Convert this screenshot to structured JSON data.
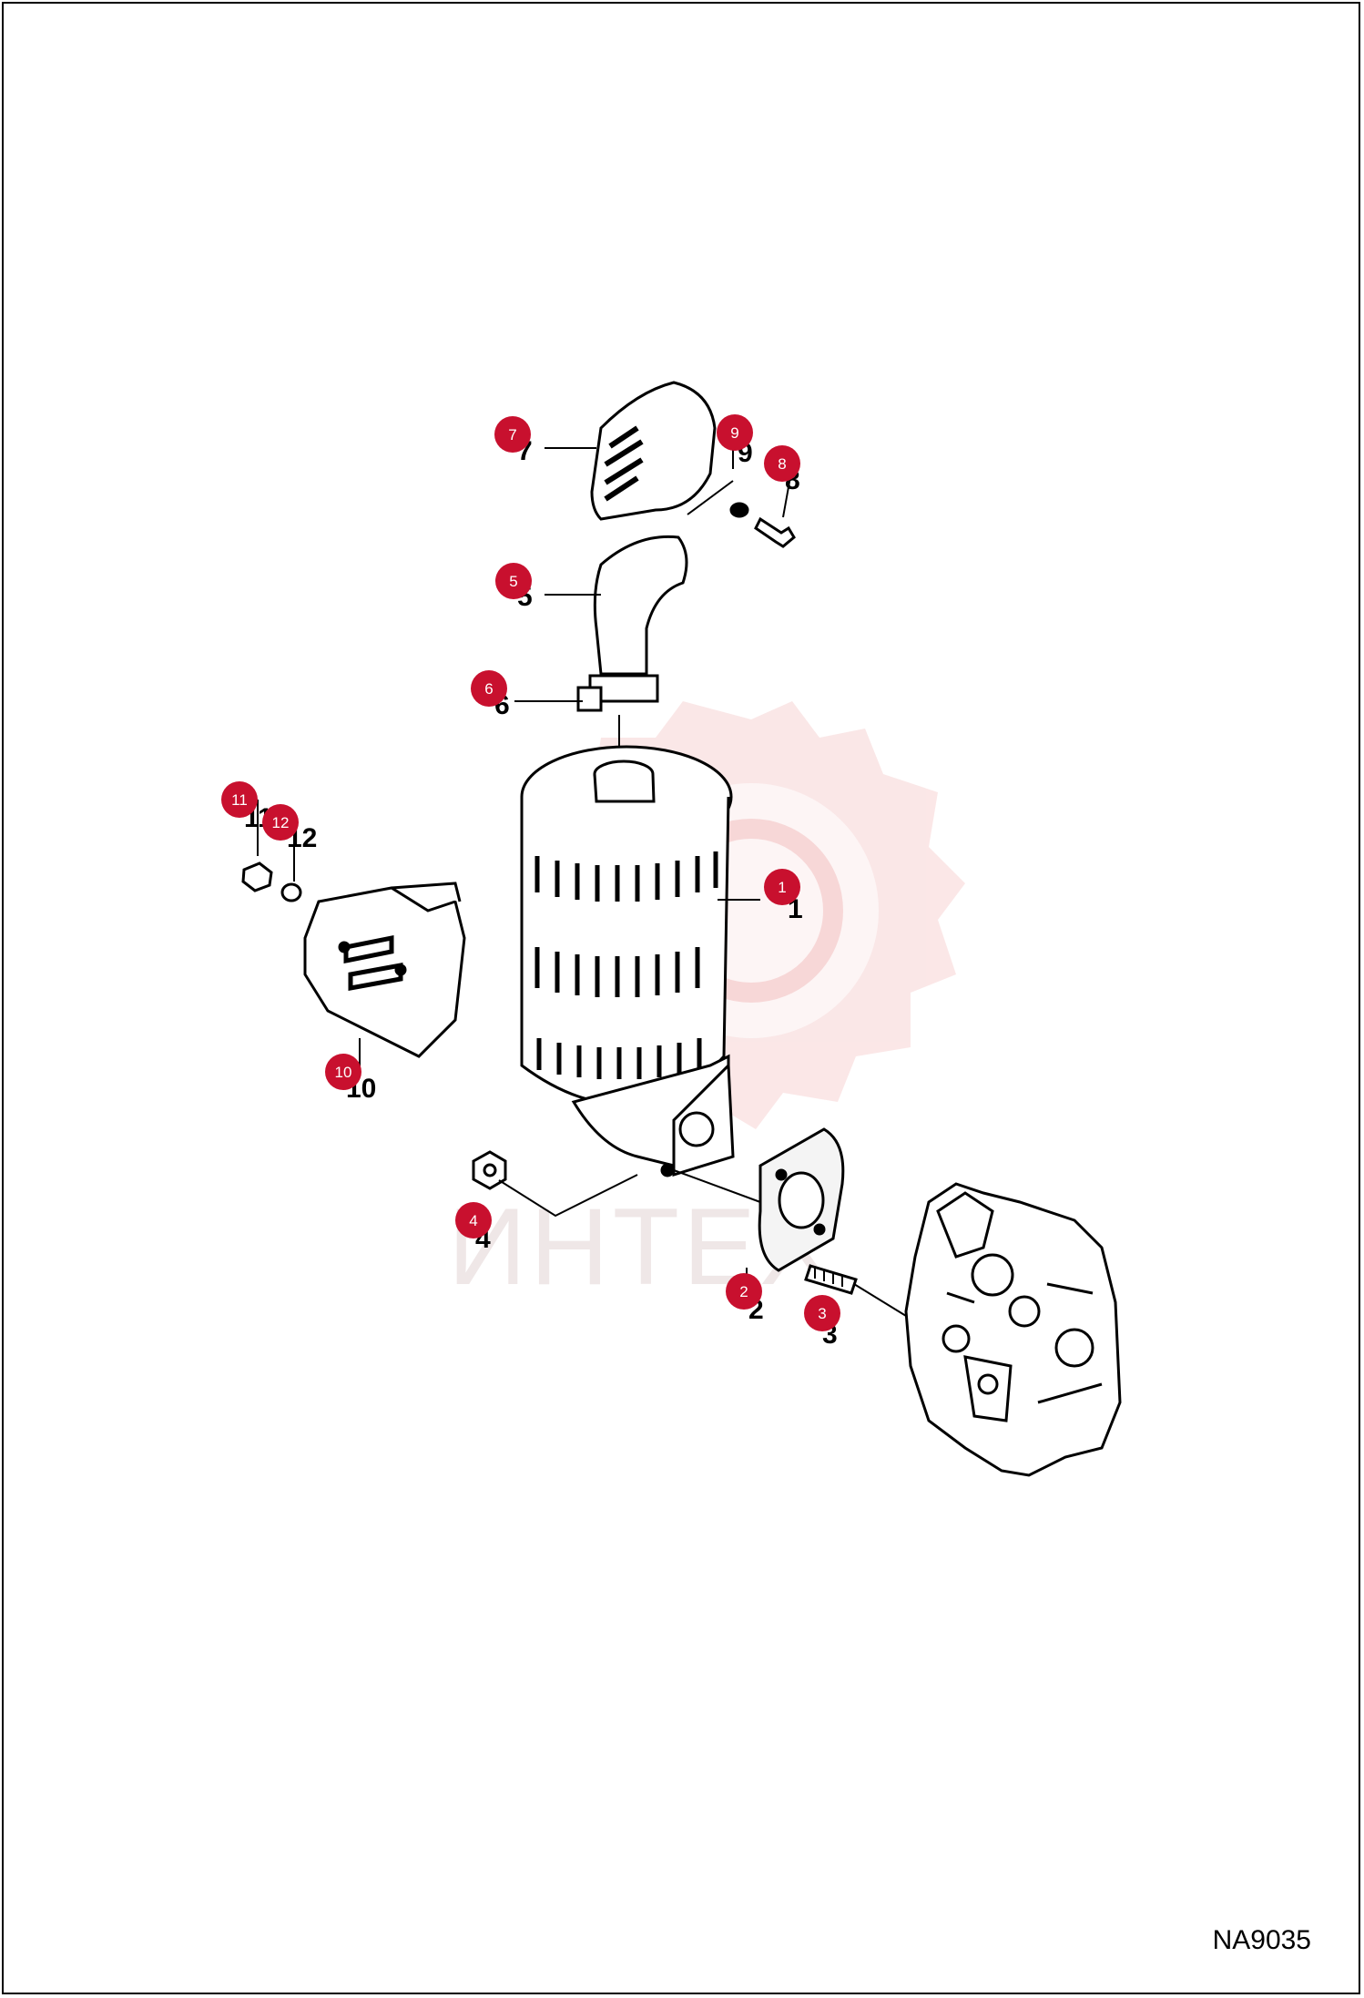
{
  "watermark": {
    "text": "ИНТЕХ",
    "color": "#f3c7c7"
  },
  "drawing_code": "NA9035",
  "callout_color": "#c8102e",
  "callouts": [
    {
      "id": "1",
      "part_label": "1"
    },
    {
      "id": "2",
      "part_label": "2"
    },
    {
      "id": "3",
      "part_label": "3"
    },
    {
      "id": "4",
      "part_label": "4"
    },
    {
      "id": "5",
      "part_label": "5"
    },
    {
      "id": "6",
      "part_label": "6"
    },
    {
      "id": "7",
      "part_label": "7"
    },
    {
      "id": "8",
      "part_label": "8"
    },
    {
      "id": "9",
      "part_label": "9"
    },
    {
      "id": "10",
      "part_label": "10"
    },
    {
      "id": "11",
      "part_label": "11"
    },
    {
      "id": "12",
      "part_label": "12"
    }
  ]
}
